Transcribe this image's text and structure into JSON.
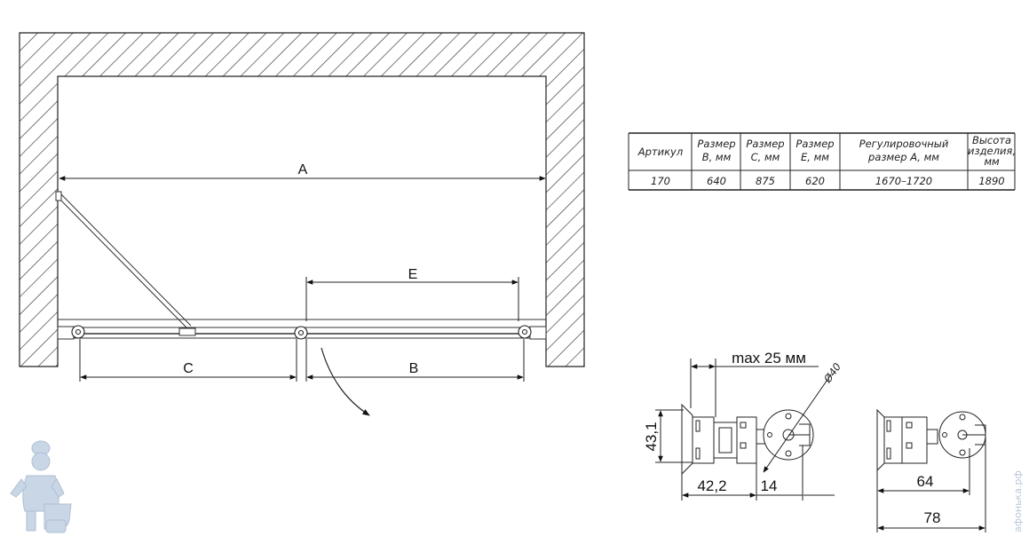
{
  "plan": {
    "label_a": "A",
    "label_b": "B",
    "label_c": "C",
    "label_e": "E"
  },
  "table": {
    "headers": [
      [
        "Артикул"
      ],
      [
        "Размер",
        "B, мм"
      ],
      [
        "Размер",
        "C, мм"
      ],
      [
        "Размер",
        "E, мм"
      ],
      [
        "Регулировочный",
        "размер A, мм"
      ],
      [
        "Высота",
        "изделия,",
        "мм"
      ]
    ],
    "row": [
      "170",
      "640",
      "875",
      "620",
      "1670–1720",
      "1890"
    ]
  },
  "profile": {
    "max_gap": "max 25 мм",
    "diameter": "Ø40",
    "height": "43,1",
    "depth": "42,2",
    "slot": "14",
    "width_64": "64",
    "width_78": "78"
  },
  "watermark": {
    "site": "афонька.рф"
  }
}
